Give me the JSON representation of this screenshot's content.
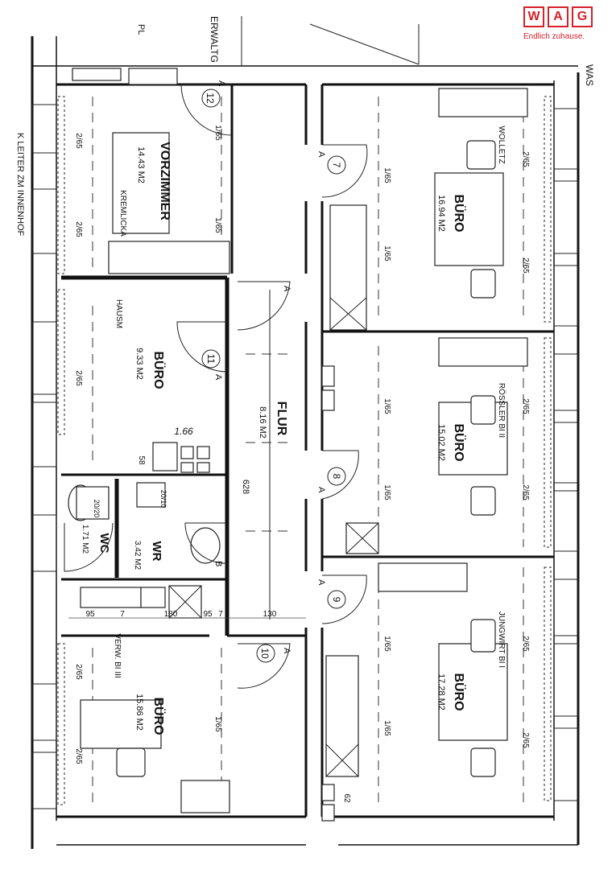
{
  "brand": {
    "letters": [
      "W",
      "A",
      "G"
    ],
    "tagline": "Endlich zuhause.",
    "color": "#d6202a"
  },
  "rooms": {
    "vorzimmer": {
      "name": "VORZIMMER",
      "area": "14.43 M2",
      "occupant": "KREMLICKA",
      "door_no": "12",
      "door_type": "A"
    },
    "buero_hausm": {
      "name": "BÜRO",
      "area": "9.33 M2",
      "occupant": "HAUSM",
      "door_no": "11",
      "door_type": "A"
    },
    "flur": {
      "name": "FLUR",
      "area": "8.16 M2",
      "length": "628"
    },
    "wc": {
      "name": "WC",
      "area": "1.71 M2",
      "tile": "20/20"
    },
    "wr": {
      "name": "WR",
      "area": "3.42 M2",
      "tile": "20/10",
      "door_type": "B"
    },
    "buero_verw": {
      "name": "BÜRO",
      "area": "15.86 M2",
      "occupant": "VERW. BI III",
      "door_no": "10",
      "door_type": "A"
    },
    "buero_wolletz": {
      "name": "BÜRO",
      "area": "16.94 M2",
      "occupant": "WOLLETZ",
      "door_no": "7",
      "door_type": "A"
    },
    "buero_roessler": {
      "name": "BÜRO",
      "area": "15.02 M2",
      "occupant": "RÖSSLER  BI II",
      "door_no": "8",
      "door_type": "A"
    },
    "buero_jungwirt": {
      "name": "BÜRO",
      "area": "17.28 M2",
      "occupant": "JUNGWIRT  BI I",
      "door_no": "9",
      "door_type": "A"
    }
  },
  "dimensions": {
    "d_65a": "2/65",
    "d_65b": "2/65",
    "d_165a": "1/65",
    "d_165b": "1/65",
    "d_hausm": "2/65",
    "hand_166": "1.66",
    "d_58": "58",
    "d_62": "62",
    "d_95a": "95",
    "d_7a": "7",
    "d_180": "180",
    "d_95b": "95",
    "d_7b": "7",
    "d_130": "130",
    "d_verw1": "2/65",
    "d_verw2": "2/65",
    "d_verw3": "1/65",
    "d_w1": "1/65",
    "d_w2": "1/65",
    "d_w3": "2/65",
    "d_w4": "2/65",
    "d_r1": "1/65",
    "d_r2": "1/65",
    "d_r3": "2/65",
    "d_r4": "2/65",
    "d_j1": "1/65",
    "d_j2": "1/65",
    "d_j3": "2/65",
    "d_j4": "2/65"
  },
  "margin_text": {
    "pl": "PL",
    "erwaltg": "ERWALTG",
    "was": "WAS",
    "left_note": "K LEITER ZM INNENHOF"
  }
}
